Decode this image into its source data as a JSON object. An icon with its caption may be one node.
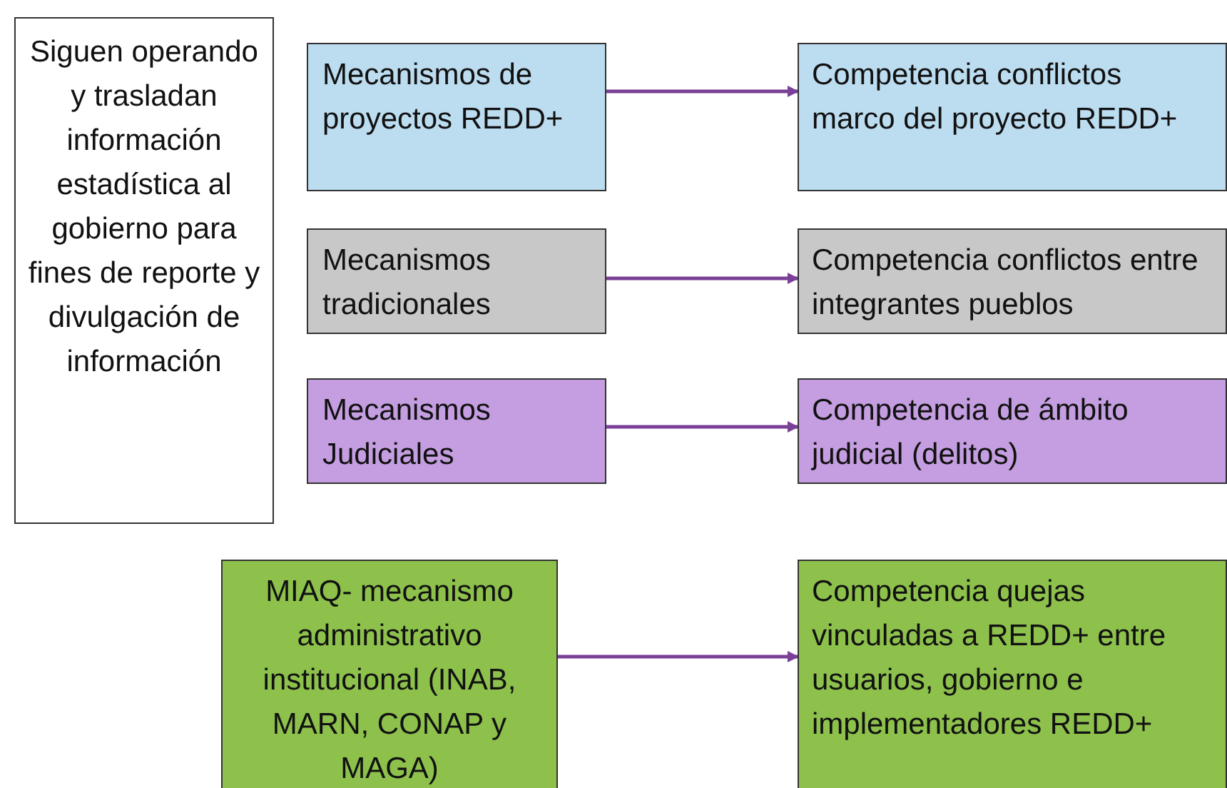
{
  "diagram": {
    "nodes": [
      {
        "text": [
          "Siguen operando y trasladan información estadística al gobierno para fines de reporte y divulgación de información"
        ]
      },
      {
        "text": [
          "Mecanismos de proyectos REDD+"
        ]
      },
      {
        "text": [
          "Competencia conflictos marco del proyecto REDD+"
        ]
      },
      {
        "text": [
          "Mecanismos tradicionales"
        ]
      },
      {
        "text": [
          "Competencia conflictos entre integrantes pueblos"
        ]
      },
      {
        "text": [
          "Mecanismos Judiciales"
        ]
      },
      {
        "text": [
          "Competencia de ámbito judicial (delitos)"
        ]
      },
      {
        "text": [
          "MIAQ- mecanismo administrativo institucional (INAB, MARN, CONAP y MAGA)"
        ]
      },
      {
        "text": [
          "Competencia quejas vinculadas a REDD+ entre usuarios, gobierno e implementadores REDD+"
        ]
      }
    ],
    "edges": [
      {
        "from": 1,
        "to": 2,
        "arrow": "to"
      },
      {
        "from": 3,
        "to": 4,
        "arrow": "to"
      },
      {
        "from": 5,
        "to": 6,
        "arrow": "to"
      },
      {
        "from": 7,
        "to": 8,
        "arrow": "to"
      }
    ]
  }
}
